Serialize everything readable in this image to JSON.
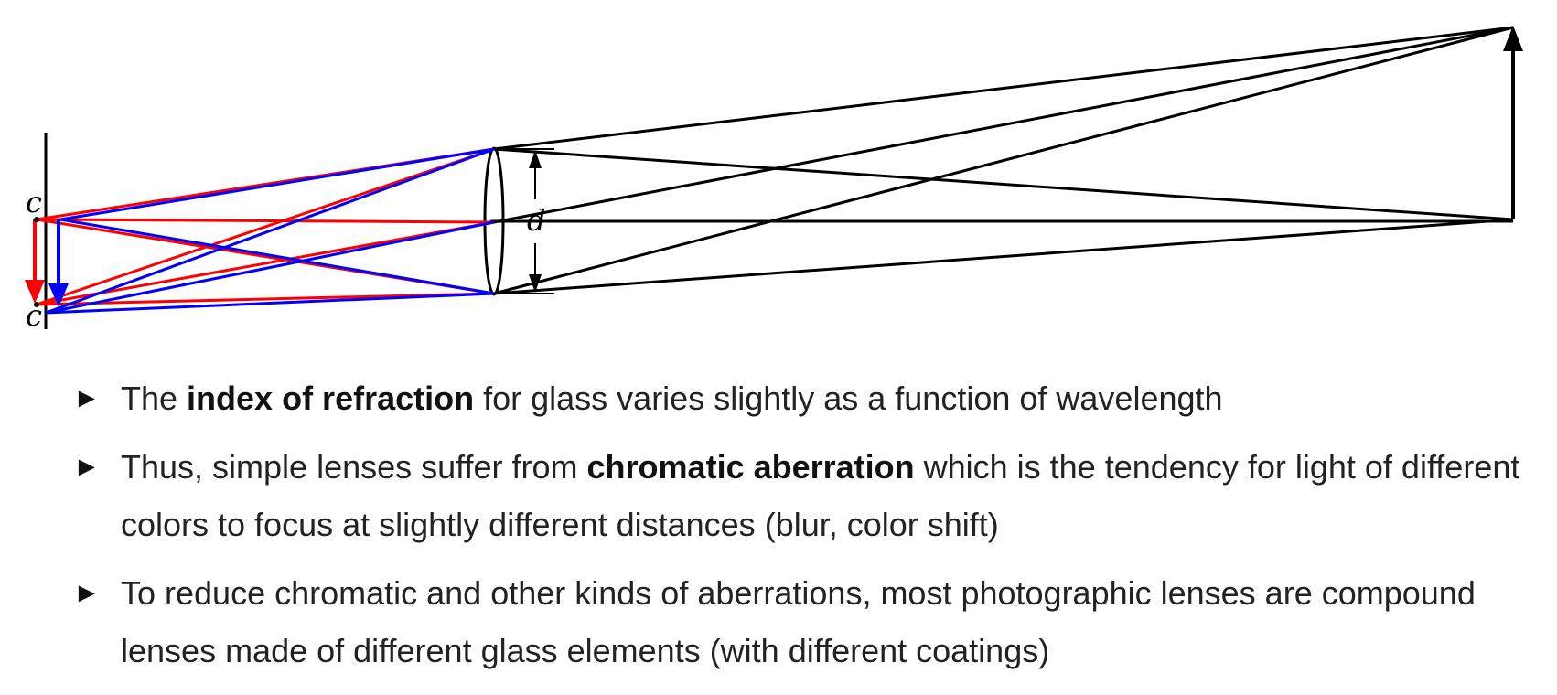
{
  "diagram": {
    "labels": {
      "focus_top": "c",
      "focus_bottom": "c",
      "aperture": "d"
    },
    "colors": {
      "red_light": "#ff0000",
      "blue_light": "#0000ff",
      "object_rays": "#000000"
    }
  },
  "bullets": [
    {
      "marker": "►",
      "before": "The ",
      "bold": "index of refraction",
      "after": " for glass varies slightly as a function of wavelength"
    },
    {
      "marker": "►",
      "before": "Thus, simple lenses suffer from ",
      "bold": "chromatic aberration",
      "after": " which is the tendency for light of different colors to focus at slightly different distances (blur, color shift)"
    },
    {
      "marker": "►",
      "before": "To reduce chromatic and other kinds of aberrations, most photographic lenses are compound lenses made of different glass elements (with different coatings)",
      "bold": "",
      "after": ""
    }
  ]
}
